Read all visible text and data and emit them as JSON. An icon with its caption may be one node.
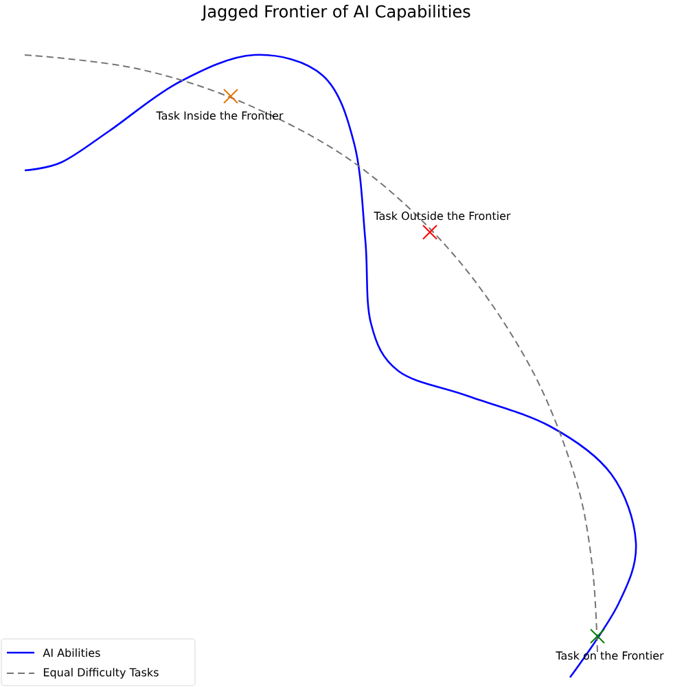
{
  "diagram": {
    "title": "Jagged Frontier of AI Capabilities",
    "labels": [
      "Task Inside the Frontier",
      "Task Outside the Frontier",
      "Task on the Frontier"
    ],
    "legend": [
      {
        "text": "AI Abilities"
      },
      {
        "text": "Equal Difficulty Tasks"
      }
    ]
  }
}
